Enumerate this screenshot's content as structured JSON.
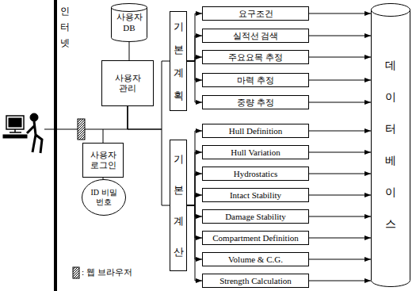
{
  "diagram": {
    "nodes": [
      {
        "text": [
          "사용자 DB"
        ]
      },
      {
        "text": [
          "사용자 관리"
        ]
      },
      {
        "text": [
          "사용자 로그인"
        ]
      },
      {
        "text": [
          "ID 비밀번호"
        ]
      },
      {
        "text": [
          "기본계획"
        ]
      },
      {
        "text": [
          "기본계산"
        ]
      },
      {
        "text": [
          "요구조건"
        ]
      },
      {
        "text": [
          "실적선 검색"
        ]
      },
      {
        "text": [
          "주요요목 추정"
        ]
      },
      {
        "text": [
          "마력 추정"
        ]
      },
      {
        "text": [
          "중량 추정"
        ]
      },
      {
        "text": [
          "Hull Definition"
        ]
      },
      {
        "text": [
          "Hull Variation"
        ]
      },
      {
        "text": [
          "Hydrostatics"
        ]
      },
      {
        "text": [
          "Intact Stability"
        ]
      },
      {
        "text": [
          "Damage Stability"
        ]
      },
      {
        "text": [
          "Compartment Definition"
        ]
      },
      {
        "text": [
          "Volume & C.G."
        ]
      },
      {
        "text": [
          "Strength Calculation"
        ]
      },
      {
        "text": [
          "데이터베이스"
        ]
      }
    ],
    "edges": [
      {
        "from": 0,
        "to": 1,
        "arrow": "none"
      },
      {
        "from": 2,
        "to": 1,
        "arrow": "none"
      },
      {
        "from": 2,
        "to": 3,
        "arrow": "none"
      },
      {
        "from": 1,
        "to": 4,
        "arrow": "none"
      },
      {
        "from": 1,
        "to": 5,
        "arrow": "none"
      },
      {
        "from": 4,
        "to": 6,
        "arrow": "to"
      },
      {
        "from": 4,
        "to": 7,
        "arrow": "to"
      },
      {
        "from": 4,
        "to": 8,
        "arrow": "to"
      },
      {
        "from": 4,
        "to": 9,
        "arrow": "to"
      },
      {
        "from": 4,
        "to": 10,
        "arrow": "to"
      },
      {
        "from": 5,
        "to": 11,
        "arrow": "to"
      },
      {
        "from": 5,
        "to": 12,
        "arrow": "to"
      },
      {
        "from": 5,
        "to": 13,
        "arrow": "to"
      },
      {
        "from": 5,
        "to": 14,
        "arrow": "to"
      },
      {
        "from": 5,
        "to": 15,
        "arrow": "to"
      },
      {
        "from": 5,
        "to": 16,
        "arrow": "to"
      },
      {
        "from": 5,
        "to": 17,
        "arrow": "to"
      },
      {
        "from": 5,
        "to": 18,
        "arrow": "to"
      },
      {
        "from": 6,
        "to": 19,
        "arrow": "to"
      },
      {
        "from": 7,
        "to": 19,
        "arrow": "to"
      },
      {
        "from": 8,
        "to": 19,
        "arrow": "to"
      },
      {
        "from": 9,
        "to": 19,
        "arrow": "to"
      },
      {
        "from": 10,
        "to": 19,
        "arrow": "to"
      },
      {
        "from": 11,
        "to": 19,
        "arrow": "to"
      },
      {
        "from": 12,
        "to": 19,
        "arrow": "to"
      },
      {
        "from": 13,
        "to": 19,
        "arrow": "to"
      },
      {
        "from": 14,
        "to": 19,
        "arrow": "to"
      },
      {
        "from": 15,
        "to": 19,
        "arrow": "to"
      },
      {
        "from": 16,
        "to": 19,
        "arrow": "to"
      },
      {
        "from": 17,
        "to": 19,
        "arrow": "to"
      },
      {
        "from": 18,
        "to": 19,
        "arrow": "to"
      }
    ],
    "labels": [
      "인터넷"
    ],
    "legend": [
      {
        "text": ": 웹 브라우저"
      }
    ]
  }
}
